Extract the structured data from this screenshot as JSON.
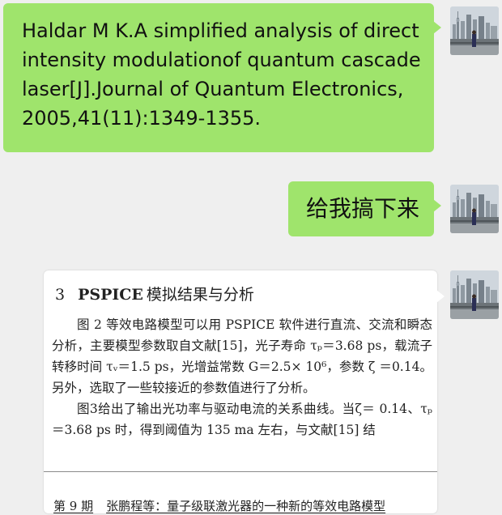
{
  "messages": [
    {
      "type": "text",
      "sender": "self",
      "text": "Haldar M K.A simplified analysis of direct intensity modulationof quantum cascade laser[J].Journal of Quantum Electronics, 2005,41(11):1349-1355."
    },
    {
      "type": "text",
      "sender": "self",
      "text": "给我搞下来"
    },
    {
      "type": "image",
      "sender": "self",
      "content": {
        "section_number": "3",
        "section_keyword": "PSPICE",
        "section_title": "模拟结果与分析",
        "paragraph_1": "图 2 等效电路模型可以用 PSPICE 软件进行直流、交流和瞬态分析，主要模型参数取自文献[15]，光子寿命 τₚ＝3.68 ps，载流子转移时间 τᵥ＝1.5 ps，光增益常数 G＝2.5× 10⁶，参数 ζ ＝0.14。另外，选取了一些较接近的参数值进行了分析。",
        "paragraph_2": "图3给出了输出光功率与驱动电流的关系曲线。当ζ＝ 0.14、τₚ＝3.68 ps 时，得到阈值为 135 ma 左右，与文献[15] 结",
        "footer_issue": "第 9 期",
        "footer_text": "张鹏程等：量子级联激光器的一种新的等效电路模型"
      }
    }
  ],
  "bubble_color": "#9fe46c",
  "background_color": "#efefef"
}
